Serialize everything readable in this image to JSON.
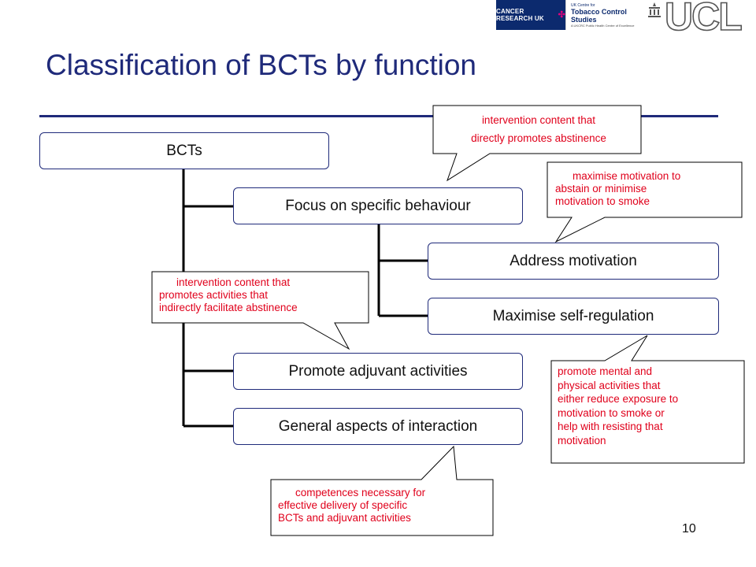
{
  "header": {
    "logos": {
      "cruk": "CANCER RESEARCH UK",
      "tobacco_small": "UK Centre for",
      "tobacco_main": "Tobacco Control Studies",
      "tobacco_sub": "A UKCRC Public Health Centre of Excellence",
      "ucl": "UCL"
    }
  },
  "slide": {
    "title": "Classification of BCTs by function",
    "page_number": "10"
  },
  "diagram": {
    "nodes": {
      "root": "BCTs",
      "focus": "Focus on specific behaviour",
      "motivation": "Address motivation",
      "selfreg": "Maximise self-regulation",
      "adjuvant": "Promote adjuvant activities",
      "general": "General aspects of interaction"
    },
    "callouts": {
      "direct": [
        "intervention content that",
        "directly promotes abstinence"
      ],
      "motivation": [
        "maximise motivation to",
        "abstain or minimise",
        "motivation to smoke"
      ],
      "indirect": [
        "intervention content that",
        "promotes activities that",
        "indirectly facilitate abstinence"
      ],
      "selfreg": [
        "promote mental and",
        "physical activities that",
        "either reduce exposure to",
        "motivation to smoke or",
        "help with resisting that",
        "motivation"
      ],
      "competences": [
        "competences necessary for",
        "effective delivery of specific",
        "BCTs and adjuvant activities"
      ]
    },
    "colors": {
      "title": "#1f2a7a",
      "node_border": "#1f2a7a",
      "callout_text": "#e0001b",
      "connector": "#000000"
    }
  }
}
